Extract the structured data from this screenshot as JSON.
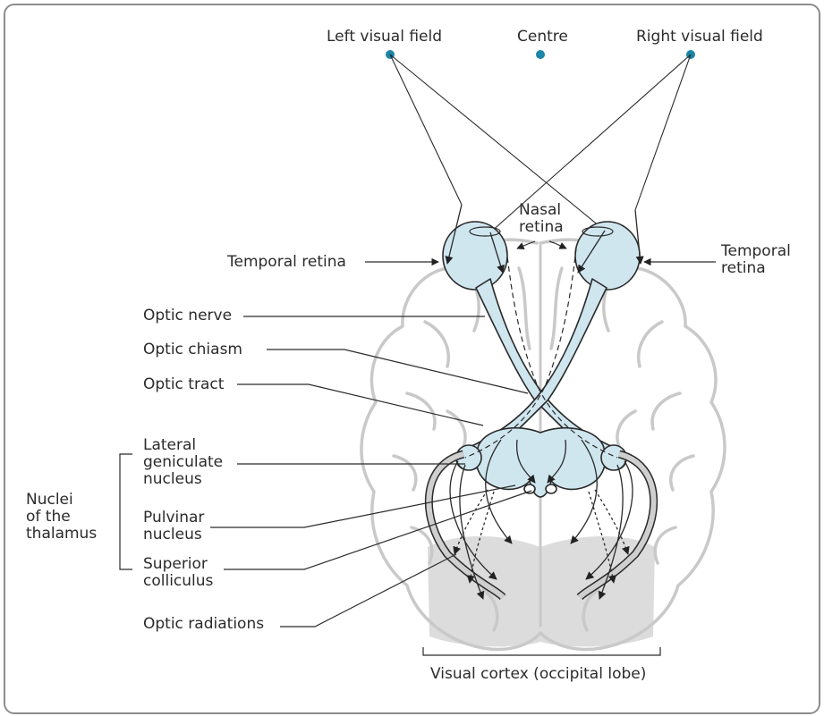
{
  "visual_field": {
    "left": "Left visual field",
    "centre": "Centre",
    "right": "Right visual field"
  },
  "labels": {
    "nasal_retina": "Nasal\nretina",
    "temporal_retina_left": "Temporal retina",
    "temporal_retina_right": "Temporal\nretina",
    "optic_nerve": "Optic nerve",
    "optic_chiasm": "Optic chiasm",
    "optic_tract": "Optic tract",
    "lateral_geniculate_nucleus": "Lateral\ngeniculate\nnucleus",
    "pulvinar_nucleus": "Pulvinar\nnucleus",
    "superior_colliculus": "Superior\ncolliculus",
    "optic_radiations": "Optic radiations",
    "nuclei_group": "Nuclei\nof the\nthalamus",
    "visual_cortex": "Visual cortex (occipital lobe)"
  },
  "colors": {
    "pathway_fill": "#cfe6ef",
    "pathway_stroke": "#2a2a2a",
    "brain_outline": "#c9c9c9",
    "cortex_fill": "#dcdcdc",
    "field_dot": "#1a86a8",
    "frame": "#8c8c8c"
  }
}
